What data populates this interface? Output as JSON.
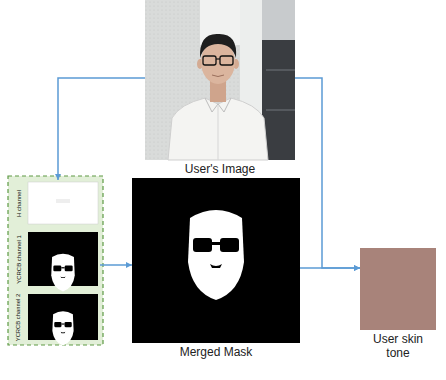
{
  "diagram": {
    "nodes": [
      {
        "text": [
          "User's Image"
        ]
      },
      {
        "text": [
          "H channel"
        ]
      },
      {
        "text": [
          "YCRCB channel 1"
        ]
      },
      {
        "text": [
          "YCRCB channel 2"
        ]
      },
      {
        "text": [
          "Merged Mask"
        ]
      },
      {
        "text": [
          "User skin tone"
        ]
      }
    ],
    "edges": [
      {
        "from": 0,
        "to": 1,
        "arrow": "to"
      },
      {
        "from": 2,
        "to": 4,
        "arrow": "to"
      },
      {
        "from": 4,
        "to": 5,
        "arrow": "to"
      },
      {
        "from": 0,
        "to": 5,
        "arrow": "to"
      }
    ]
  }
}
